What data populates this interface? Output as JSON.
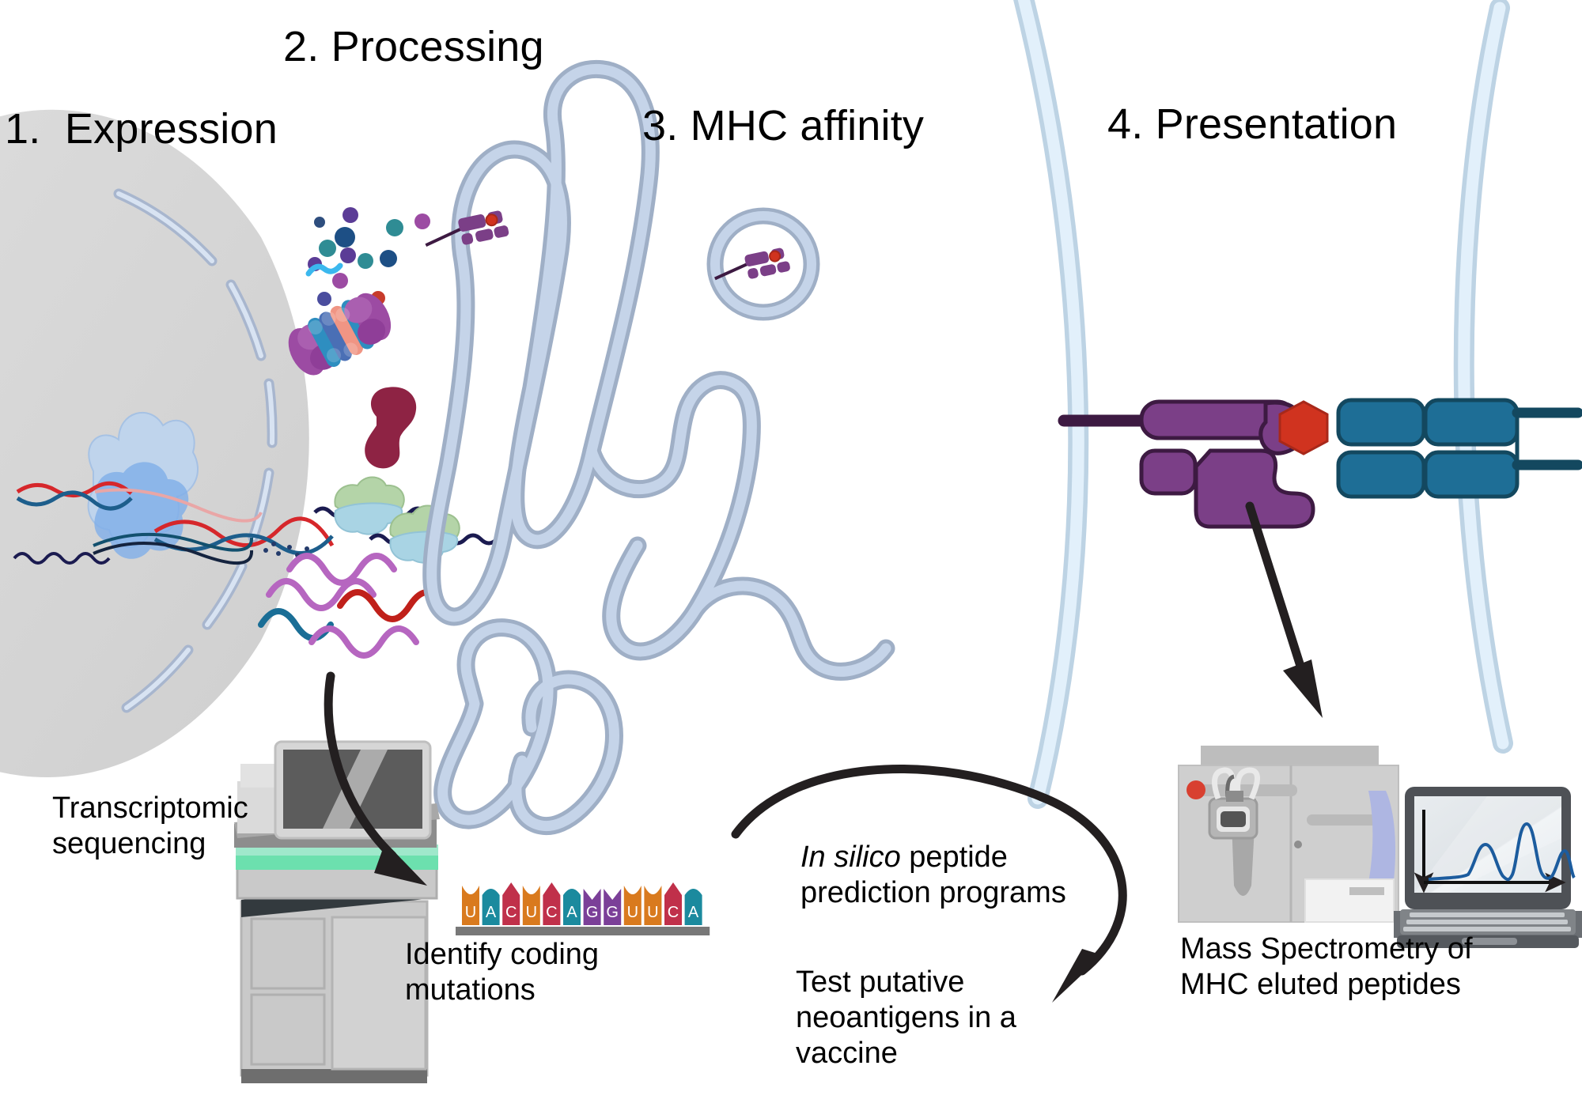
{
  "figure": {
    "title_steps": [
      {
        "id": "step1",
        "label": "1.  Expression"
      },
      {
        "id": "step2",
        "label": "2. Processing"
      },
      {
        "id": "step3",
        "label": "3. MHC affinity"
      },
      {
        "id": "step4",
        "label": "4. Presentation"
      }
    ],
    "captions": {
      "transcriptomic_sequencing": "Transcriptomic\nsequencing",
      "identify_coding_mutations": "Identify coding\nmutations",
      "in_silico_italic": "In silico",
      "in_silico_rest": " peptide\nprediction programs",
      "test_putative": "Test putative\nneoantigens in a\nvaccine",
      "mass_spec": "Mass Spectrometry of\nMHC eluted peptides"
    },
    "rna_sequence": {
      "bases": [
        "U",
        "A",
        "C",
        "U",
        "C",
        "A",
        "G",
        "G",
        "U",
        "U",
        "C",
        "A"
      ],
      "base_colors": {
        "U": "#D97A1E",
        "A": "#1B8A9E",
        "C": "#C0304A",
        "G": "#7B3F98"
      },
      "rail_color": "#787878"
    },
    "colors": {
      "nucleus_fill": "#D6D6D6",
      "membrane_stroke": "#A8B6CE",
      "membrane_fill": "#C6D4E8",
      "er_fill": "#C5D4E9",
      "er_stroke": "#9FAFC6",
      "cell_membrane_fill": "#E2F0FB",
      "cell_membrane_stroke": "#BDD3E4",
      "mhc_purple": "#7B3F87",
      "mhc_purple_dark": "#3D1A42",
      "tcr_blue": "#1E6E96",
      "tcr_blue_dark": "#13485F",
      "peptide_red": "#D0331F",
      "arrow_black": "#231F20",
      "rna_purple": "#B666C0",
      "rna_red": "#C0201A",
      "rna_blue": "#1A6E96",
      "dna_red": "#D6272B",
      "dna_blue": "#1D5E8C",
      "ribosome_green": "#B4D4A8",
      "ribosome_blue": "#A9D4E4",
      "protein_maroon": "#8E2344",
      "machine_gray": "#CFCFCF",
      "machine_dark": "#5A5A5A",
      "sequencer_green": "#5ED6A0",
      "laptop_dark": "#4E5156",
      "spectrum_blue": "#1C5C9E"
    },
    "icons": {
      "nucleus": "nucleus-icon",
      "polymerase": "rna-polymerase-icon",
      "proteasome": "proteasome-icon",
      "ribosome": "ribosome-icon",
      "er": "endoplasmic-reticulum-icon",
      "vesicle": "vesicle-icon",
      "mhc_complex": "mhc-peptide-complex-icon",
      "sequencer": "dna-sequencer-icon",
      "mass_spec": "mass-spectrometer-icon",
      "laptop": "laptop-spectrum-icon",
      "arrow1": "curved-arrow-to-sequence-icon",
      "arrow2": "curved-arrow-to-vaccine-icon",
      "arrow3": "arrow-to-mass-spec-icon"
    }
  }
}
